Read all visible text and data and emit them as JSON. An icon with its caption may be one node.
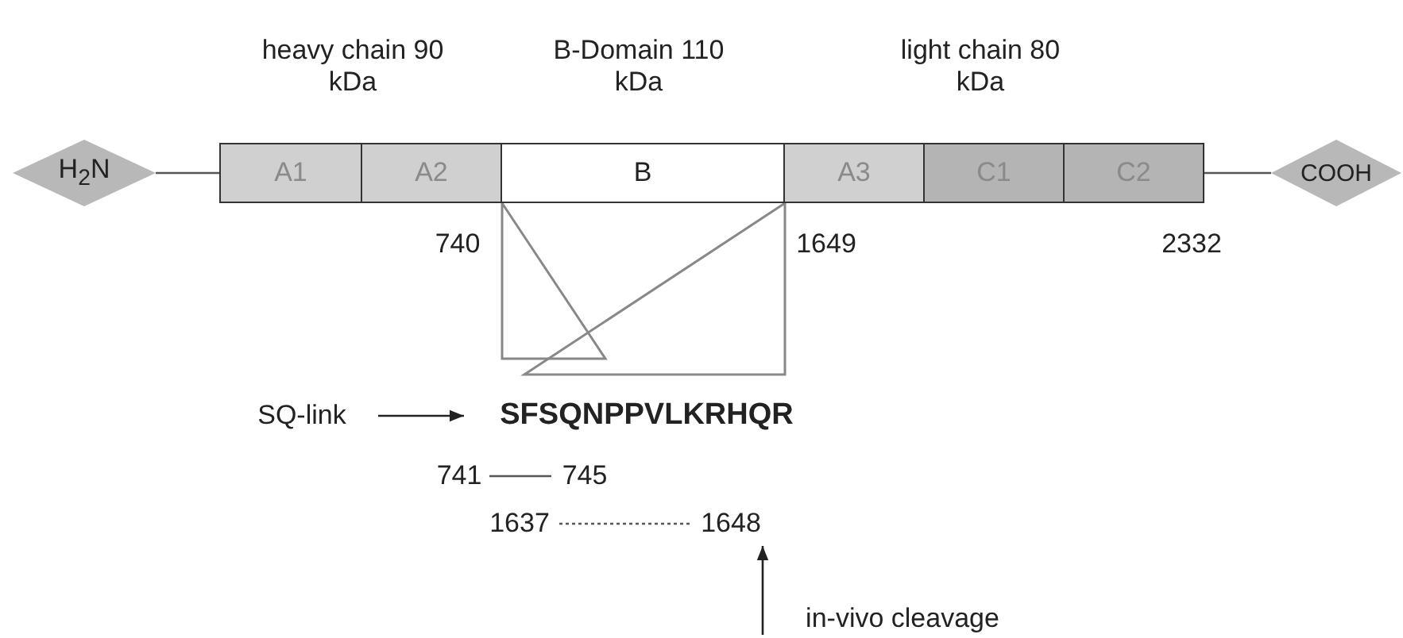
{
  "diagram": {
    "nodes": [
      {
        "text": [
          "H$_{2}$N"
        ]
      },
      {
        "text": [
          "A1"
        ]
      },
      {
        "text": [
          "A2"
        ]
      },
      {
        "text": [
          "B"
        ]
      },
      {
        "text": [
          "A3"
        ]
      },
      {
        "text": [
          "C1"
        ]
      },
      {
        "text": [
          "C2"
        ]
      },
      {
        "text": [
          "COOH"
        ]
      },
      {
        "text": [
          "SQ-link"
        ]
      },
      {
        "text": [
          "SFSQNPPVLKRHQR"
        ]
      },
      {
        "text": [
          "741"
        ]
      },
      {
        "text": [
          "745"
        ]
      },
      {
        "text": [
          "1637"
        ]
      },
      {
        "text": [
          "1648"
        ]
      },
      {
        "text": [
          "in-vivo cleavage"
        ]
      }
    ],
    "edges": [
      {
        "from": 0,
        "to": 1,
        "arrow": "none"
      },
      {
        "from": 6,
        "to": 7,
        "arrow": "none"
      },
      {
        "from": 8,
        "to": 9,
        "arrow": "to"
      },
      {
        "from": 10,
        "to": 11,
        "arrow": "none"
      },
      {
        "from": 12,
        "to": 13,
        "arrow": "none",
        "style": "dashed"
      },
      {
        "from": 14,
        "to": 13,
        "arrow": "to"
      }
    ],
    "labels": [
      "heavy chain 90 kDa",
      "B-Domain 110 kDa",
      "light chain 80 kDa",
      "740",
      "1649",
      "2332"
    ]
  }
}
